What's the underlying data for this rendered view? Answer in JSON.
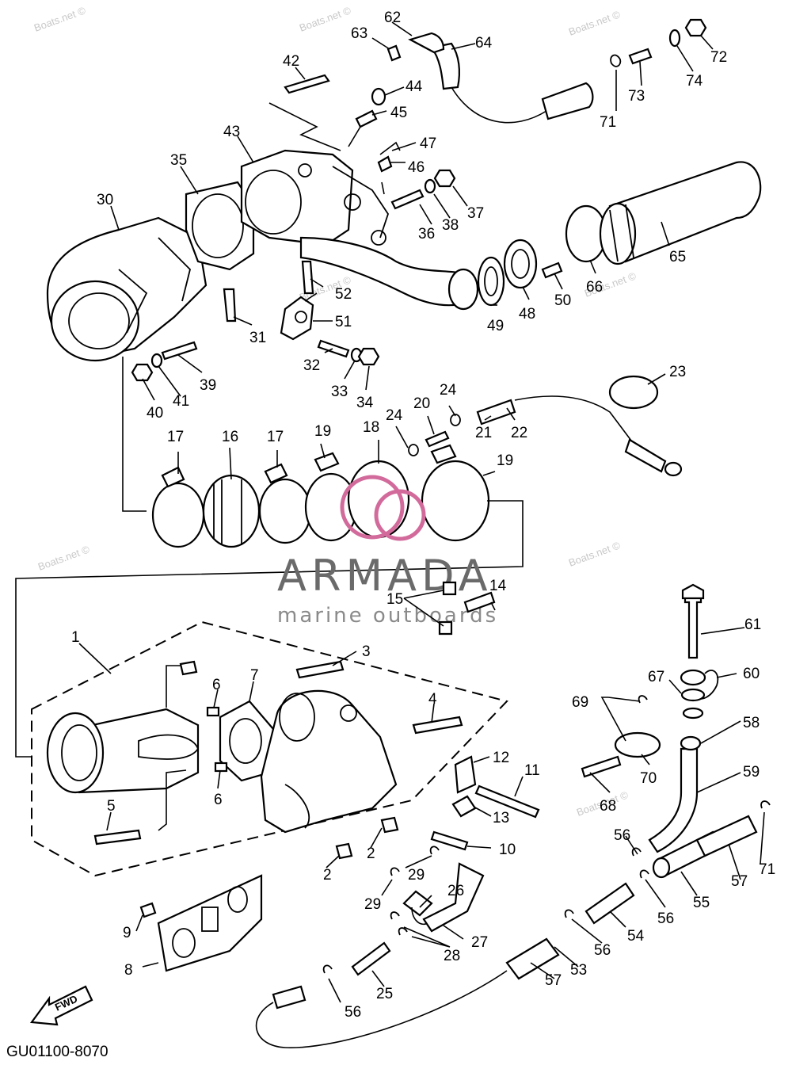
{
  "diagram": {
    "code": "GU01100-8070",
    "fwd_label": "FWD",
    "brand": {
      "name": "ARMADA",
      "tagline": "marine outboards",
      "accent_color": "#d26a9b",
      "text_color": "#6a6a6a"
    },
    "watermark": "Boats.net ©",
    "callouts": [
      "1",
      "2",
      "3",
      "4",
      "5",
      "6",
      "7",
      "8",
      "9",
      "10",
      "11",
      "12",
      "13",
      "14",
      "15",
      "16",
      "17",
      "18",
      "19",
      "20",
      "21",
      "22",
      "23",
      "24",
      "25",
      "26",
      "27",
      "28",
      "29",
      "30",
      "31",
      "32",
      "33",
      "34",
      "35",
      "36",
      "37",
      "38",
      "39",
      "40",
      "41",
      "42",
      "43",
      "44",
      "45",
      "46",
      "47",
      "48",
      "49",
      "50",
      "51",
      "52",
      "53",
      "54",
      "55",
      "56",
      "57",
      "58",
      "59",
      "60",
      "61",
      "62",
      "63",
      "64",
      "65",
      "66",
      "67",
      "68",
      "69",
      "70",
      "71",
      "72",
      "73",
      "74"
    ]
  }
}
